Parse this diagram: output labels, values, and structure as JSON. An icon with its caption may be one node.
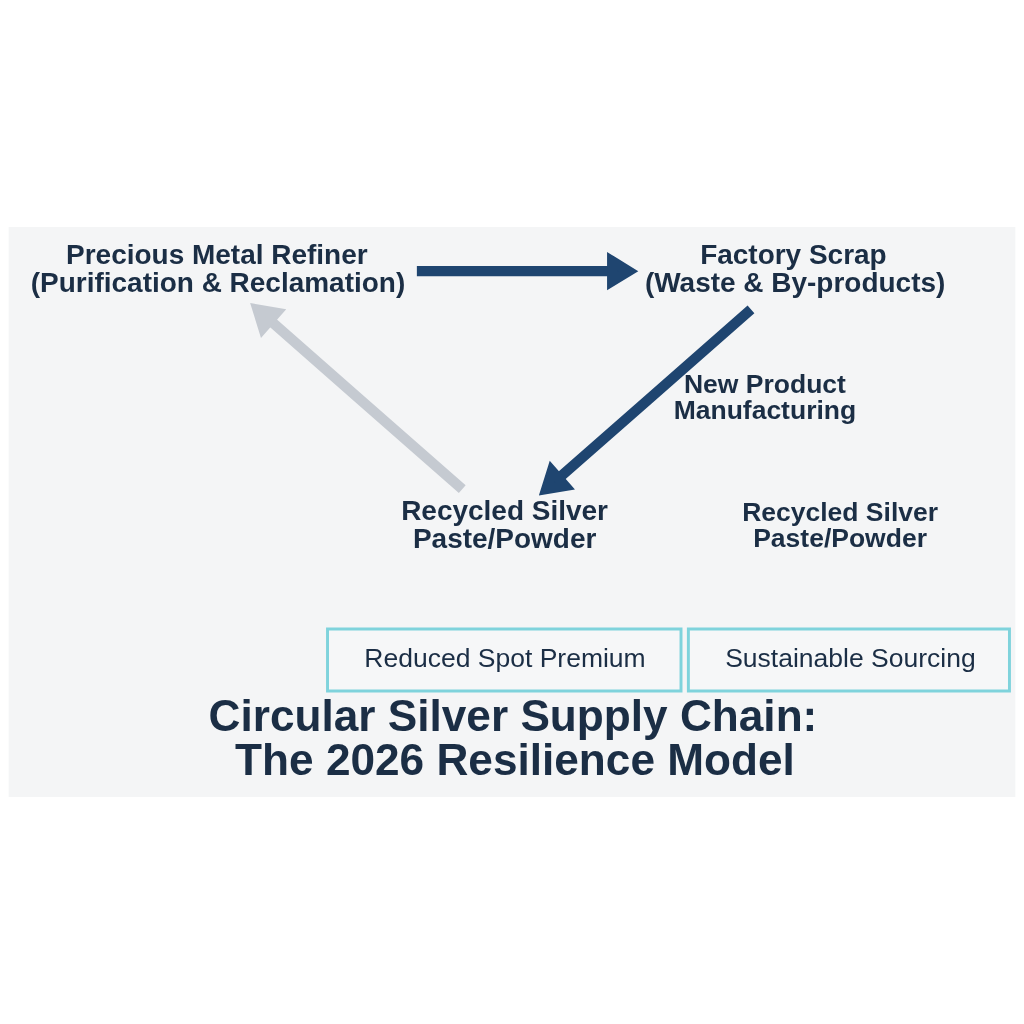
{
  "diagram": {
    "title": "Circular Silver Supply Chain: The 2026 Resilience Model",
    "nodes": [
      {
        "text": [
          "Factory Scrap",
          "(Waste & By-products)"
        ]
      },
      {
        "text": [
          "Precious Metal Refiner",
          "(Purification & Reclamation)"
        ]
      },
      {
        "text": [
          "Recycled Silver Paste/Powder"
        ]
      },
      {
        "text": [
          "Reduced Spot Premium"
        ]
      },
      {
        "text": [
          "Sustainable Sourcing"
        ]
      }
    ],
    "edges": [
      {
        "from": 0,
        "to": 2,
        "arrow": "to",
        "label": "New Product Manufacturing"
      },
      {
        "from": 2,
        "to": 1,
        "arrow": "to",
        "color": "#c5cad1"
      },
      {
        "from": 1,
        "to": 0,
        "arrow": "to"
      }
    ],
    "labels": [
      "Recycled Silver Paste/Powder"
    ]
  }
}
